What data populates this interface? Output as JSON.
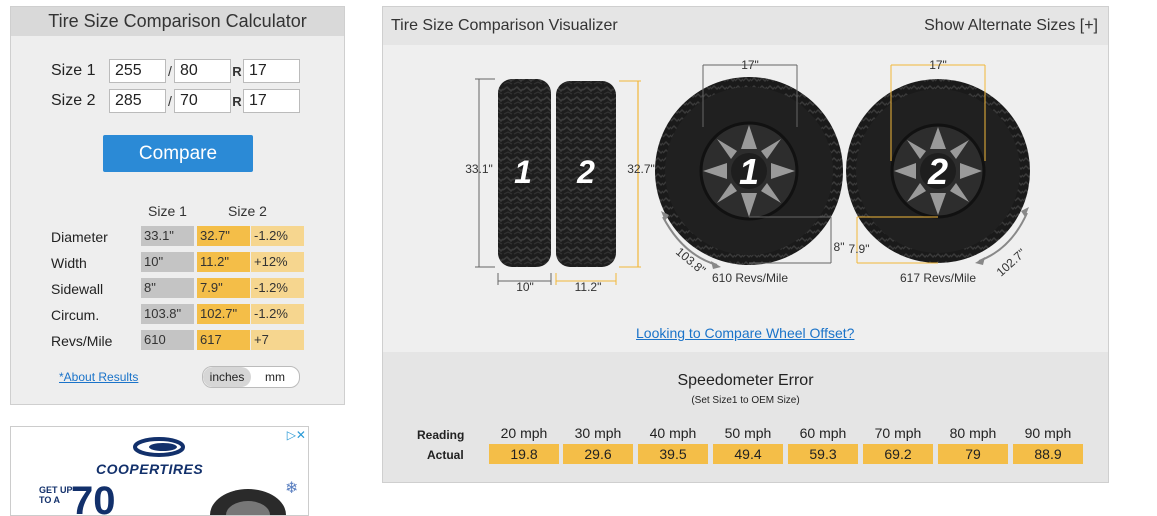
{
  "calculator": {
    "title": "Tire Size Comparison Calculator",
    "size1": {
      "label": "Size 1",
      "width": "255",
      "aspect": "80",
      "rim": "17"
    },
    "size2": {
      "label": "Size 2",
      "width": "285",
      "aspect": "70",
      "rim": "17"
    },
    "slash": "/",
    "r_label": "R",
    "compare_label": "Compare",
    "results": {
      "head_size1": "Size 1",
      "head_size2": "Size 2",
      "rows": [
        {
          "label": "Diameter",
          "size1": "33.1\"",
          "size2": "32.7\"",
          "diff": "-1.2%"
        },
        {
          "label": "Width",
          "size1": "10\"",
          "size2": "11.2\"",
          "diff": "+12%"
        },
        {
          "label": "Sidewall",
          "size1": "8\"",
          "size2": "7.9\"",
          "diff": "-1.2%"
        },
        {
          "label": "Circum.",
          "size1": "103.8\"",
          "size2": "102.7\"",
          "diff": "-1.2%"
        },
        {
          "label": "Revs/Mile",
          "size1": "610",
          "size2": "617",
          "diff": "+7"
        }
      ]
    },
    "about_link": "*About Results",
    "units": {
      "inches": "inches",
      "mm": "mm",
      "selected": "inches"
    }
  },
  "ad": {
    "adchoice": "▷✕",
    "brand": "COOPERTIRES",
    "get_up": "GET UP",
    "to_a": "TO A",
    "big": "70"
  },
  "visualizer": {
    "title": "Tire Size Comparison Visualizer",
    "alt_sizes": "Show Alternate Sizes [+]",
    "tire1": {
      "number": "1",
      "height": "33.1\"",
      "width": "10\"",
      "rim": "17\"",
      "sidewall": "8\"",
      "circumference": "103.8\"",
      "revs": "610 Revs/Mile"
    },
    "tire2": {
      "number": "2",
      "height": "32.7\"",
      "width": "11.2\"",
      "rim": "17\"",
      "sidewall": "7.9\"",
      "circumference": "102.7\"",
      "revs": "617 Revs/Mile"
    },
    "offset_link": "Looking to Compare Wheel Offset?",
    "colors": {
      "size1": "#555555",
      "size2": "#f2b73a"
    }
  },
  "speedometer": {
    "title": "Speedometer Error",
    "subtitle": "(Set Size1 to OEM Size)",
    "reading_label": "Reading",
    "actual_label": "Actual",
    "readings": [
      "20 mph",
      "30 mph",
      "40 mph",
      "50 mph",
      "60 mph",
      "70 mph",
      "80 mph",
      "90 mph"
    ],
    "actuals": [
      "19.8",
      "29.6",
      "39.5",
      "49.4",
      "59.3",
      "69.2",
      "79",
      "88.9"
    ]
  }
}
